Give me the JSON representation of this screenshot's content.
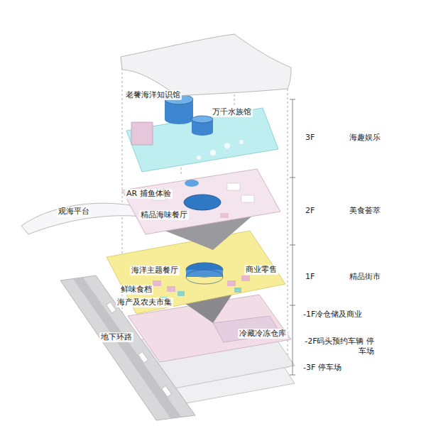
{
  "diagram": {
    "labels": [
      "老餮海洋知识馆",
      "万千水族馆",
      "3F",
      "海趣娱乐",
      "AR 捕鱼体验",
      "精品海味餐厅",
      "2F",
      "美食荟萃",
      "观海平台",
      "海洋主题餐厅",
      "商业零售",
      "1F",
      "精品街市",
      "鲜味食档",
      "海产及农夫市集",
      "冷藏冷冻仓库",
      "地下环路",
      "-1F冷仓储及商业",
      "-2F码头预约车辆 停车场",
      "-3F 停车场"
    ]
  }
}
